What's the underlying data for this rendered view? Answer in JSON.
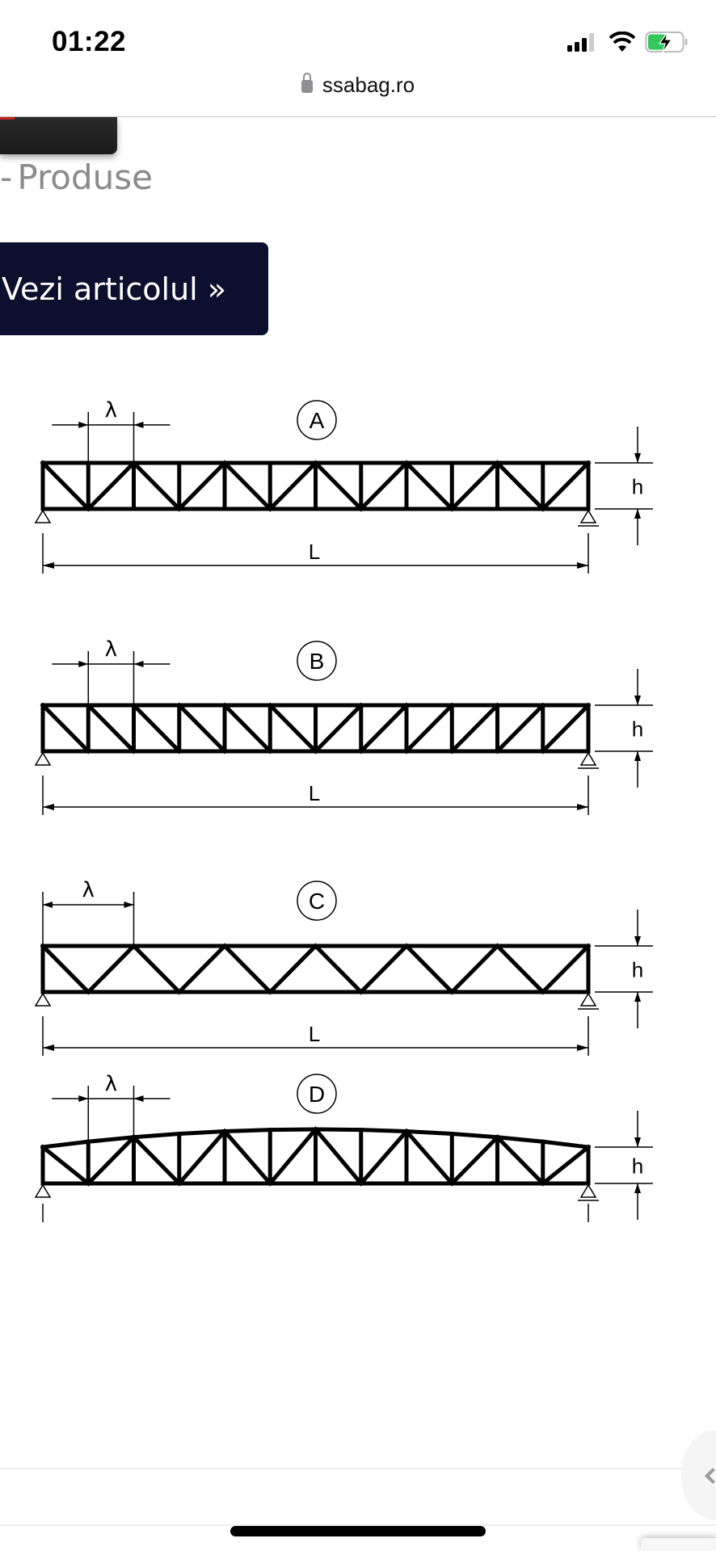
{
  "status_bar": {
    "time": "01:22",
    "battery_color": "#34c759"
  },
  "browser": {
    "url": "ssabag.ro"
  },
  "page": {
    "breadcrumb_item": "Produse",
    "article_button": "Vezi articolul »",
    "button_color": "#0c0f2e"
  },
  "diagram": {
    "panel_label": "λ",
    "height_label": "h",
    "span_label": "L",
    "trusses": [
      {
        "id": "A"
      },
      {
        "id": "B"
      },
      {
        "id": "C"
      },
      {
        "id": "D"
      }
    ]
  }
}
